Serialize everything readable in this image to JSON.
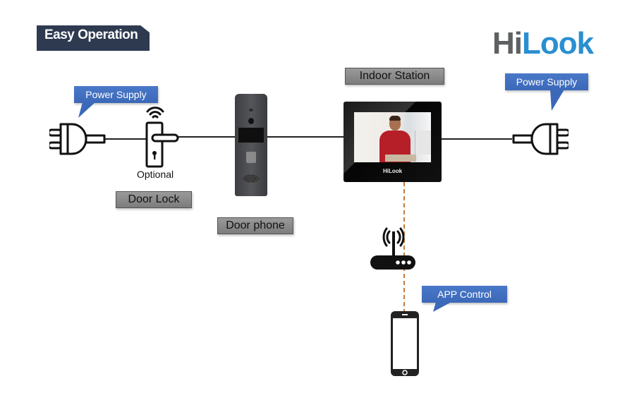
{
  "header": {
    "title": "Easy Operation"
  },
  "logo": {
    "part1": "Hi",
    "part2": "Look",
    "colors": {
      "hi": "#5f6062",
      "look": "#2a8fd0"
    }
  },
  "callouts": {
    "left_power": "Power Supply",
    "right_power": "Power Supply",
    "app": "APP Control"
  },
  "labels": {
    "door_lock": "Door Lock",
    "optional": "Optional",
    "door_phone": "Door phone",
    "indoor_station": "Indoor Station"
  },
  "devices": {
    "indoor_brand": "HiLook"
  },
  "icons": {
    "left_plug": "power-plug-icon",
    "door_lock": "door-handle-lock-icon",
    "wifi": "wifi-icon",
    "router": "wifi-router-icon",
    "smartphone": "smartphone-icon",
    "right_plug": "power-plug-icon"
  },
  "colors": {
    "callout": "#3f6dbd",
    "header": "#2e3a50",
    "label_gray": "#8a8a8a",
    "network_link": "#c87a3a"
  }
}
